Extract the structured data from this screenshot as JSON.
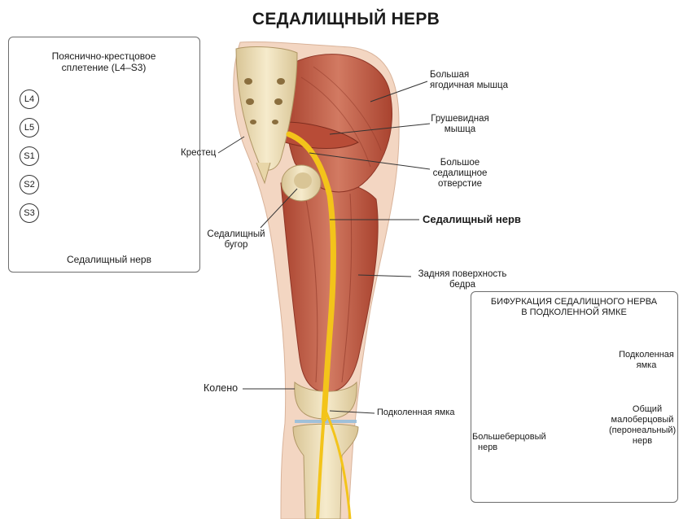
{
  "title": "СЕДАЛИЩНЫЙ НЕРВ",
  "colors": {
    "nerve": "#f3c41a",
    "muscle": "#c8604a",
    "bone": "#efdfb9",
    "panel_border": "#6d6d6d"
  },
  "left_inset": {
    "title_line1": "Пояснично-крестцовое",
    "title_line2": "сплетение (L4–S3)",
    "roots": [
      "L4",
      "L5",
      "S1",
      "S2",
      "S3"
    ],
    "bottom_label": "Седалищный нерв"
  },
  "main_labels": {
    "gluteus_max_1": "Большая",
    "gluteus_max_2": "ягодичная мышца",
    "piriformis_1": "Грушевидная",
    "piriformis_2": "мышца",
    "sacrum": "Крестец",
    "foramen_1": "Большое",
    "foramen_2": "седалищное",
    "foramen_3": "отверстие",
    "sciatic": "Седалищный нерв",
    "tuber_1": "Седалищный",
    "tuber_2": "бугор",
    "posterior_1": "Задняя поверхность",
    "posterior_2": "бедра",
    "knee": "Колено",
    "popliteal": "Подколенная ямка"
  },
  "right_inset": {
    "title_line1": "БИФУРКАЦИЯ СЕДАЛИЩНОГО НЕРВА",
    "title_line2": "В ПОДКОЛЕННОЙ ЯМКЕ",
    "popliteal_1": "Подколенная",
    "popliteal_2": "ямка",
    "tibial_1": "Большеберцовый",
    "tibial_2": "нерв",
    "peroneal_1": "Общий",
    "peroneal_2": "малоберцовый",
    "peroneal_3": "(перонеальный)",
    "peroneal_4": "нерв"
  }
}
